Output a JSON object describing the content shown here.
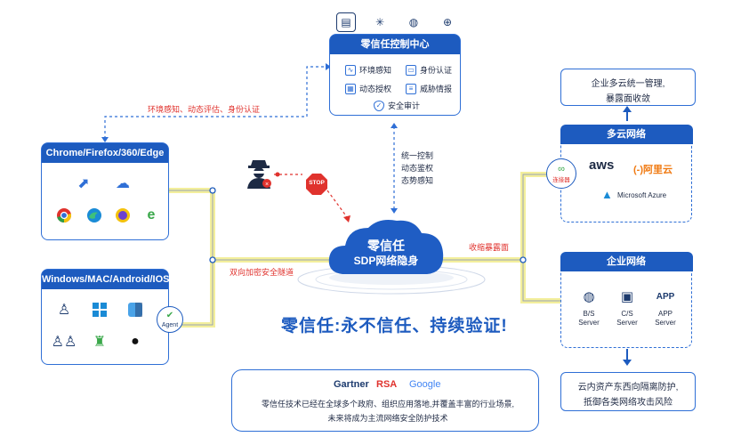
{
  "control_center": {
    "title": "零信任控制中心",
    "features": [
      "环境感知",
      "身份认证",
      "动态授权",
      "威胁情报",
      "安全审计"
    ]
  },
  "labels": {
    "env_label": "环境感知、动态评估、身份认证",
    "control_lines": [
      "统一控制",
      "动态鉴权",
      "态势感知"
    ],
    "tunnel": "双向加密安全隧道",
    "converge": "收缩暴露面",
    "connector": "连接器",
    "agent": "Agent",
    "stop": "STOP"
  },
  "browsers": {
    "title": "Chrome/Firefox/360/Edge"
  },
  "devices": {
    "title": "Windows/MAC/Android/IOS"
  },
  "cloud": {
    "line1": "零信任",
    "line2": "SDP网络隐身"
  },
  "slogan": "零信任:永不信任、持续验证!",
  "bottom": {
    "logos": [
      "Gartner",
      "RSA",
      "Google"
    ],
    "text1": "零信任技术已经在全球多个政府、组织应用落地,并覆盖丰富的行业场景,",
    "text2": "未来将成为主流网络安全防护技术"
  },
  "right_top": {
    "line1": "企业多云统一管理,",
    "line2": "暴露面收敛"
  },
  "multicloud": {
    "title": "多云网络",
    "logos": [
      "aws",
      "(-)阿里云",
      "Microsoft Azure"
    ]
  },
  "enterprise": {
    "title": "企业网络",
    "servers": [
      {
        "line1": "B/S",
        "line2": "Server"
      },
      {
        "line1": "C/S",
        "line2": "Server"
      },
      {
        "line1": "APP",
        "line2": "Server"
      }
    ]
  },
  "right_bottom": {
    "line1": "云内资产东西向隔离防护,",
    "line2": "抵御各类网络攻击风险"
  },
  "colors": {
    "primary": "#1d5bbf",
    "accent_red": "#e0322d",
    "tunnel_yellow": "#f3ef9c"
  }
}
